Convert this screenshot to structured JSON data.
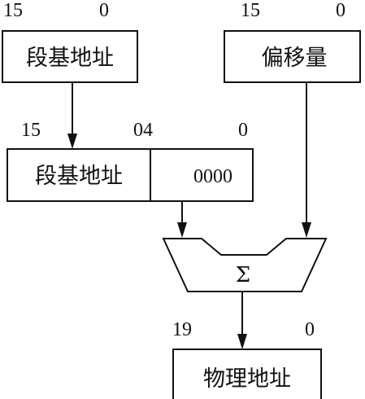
{
  "segment_register": {
    "label": "段基地址",
    "bit_high": "15",
    "bit_low": "0"
  },
  "offset_register": {
    "label": "偏移量",
    "bit_high": "15",
    "bit_low": "0"
  },
  "shifted_segment": {
    "label": "段基地址",
    "suffix": "0000",
    "bit_high": "15",
    "bit_mid": "04",
    "bit_low": "0"
  },
  "adder": {
    "symbol": "Σ"
  },
  "physical_address": {
    "label": "物理地址",
    "bit_high": "19",
    "bit_low": "0"
  }
}
